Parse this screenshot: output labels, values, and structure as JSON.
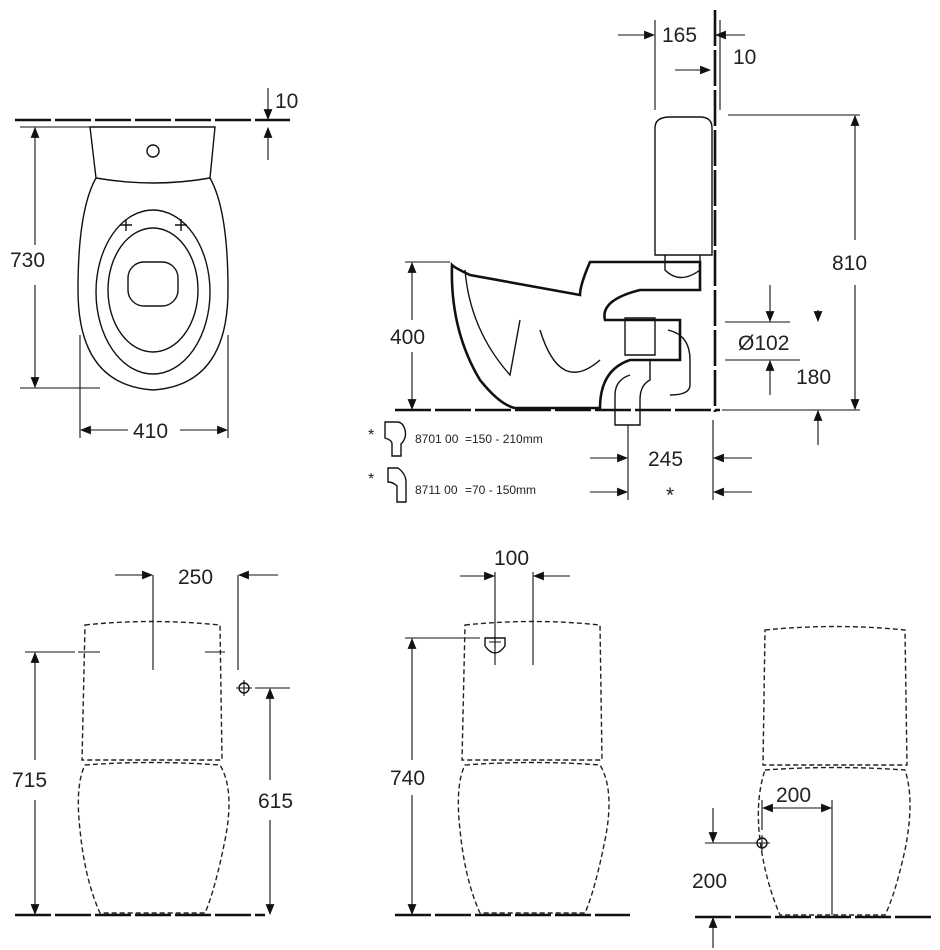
{
  "top_view": {
    "width": "410",
    "depth": "730",
    "wall_gap": "10"
  },
  "side_view": {
    "tank_depth": "165",
    "wall_gap": "10",
    "total_height": "810",
    "seat_height": "400",
    "outlet_diameter": "Ø102",
    "outlet_height": "180",
    "outlet_distance": "245",
    "outlet_star": "*",
    "footnotes": [
      {
        "star": "*",
        "code": "8701 00",
        "range": "=150 - 210mm"
      },
      {
        "star": "*",
        "code": "8711 00",
        "range": "=70 -  150mm"
      }
    ]
  },
  "front_view_1": {
    "spacing": "250",
    "height": "715",
    "inlet_height": "615"
  },
  "front_view_2": {
    "offset": "100",
    "height": "740"
  },
  "front_view_3": {
    "offset_x": "200",
    "offset_y": "200"
  }
}
